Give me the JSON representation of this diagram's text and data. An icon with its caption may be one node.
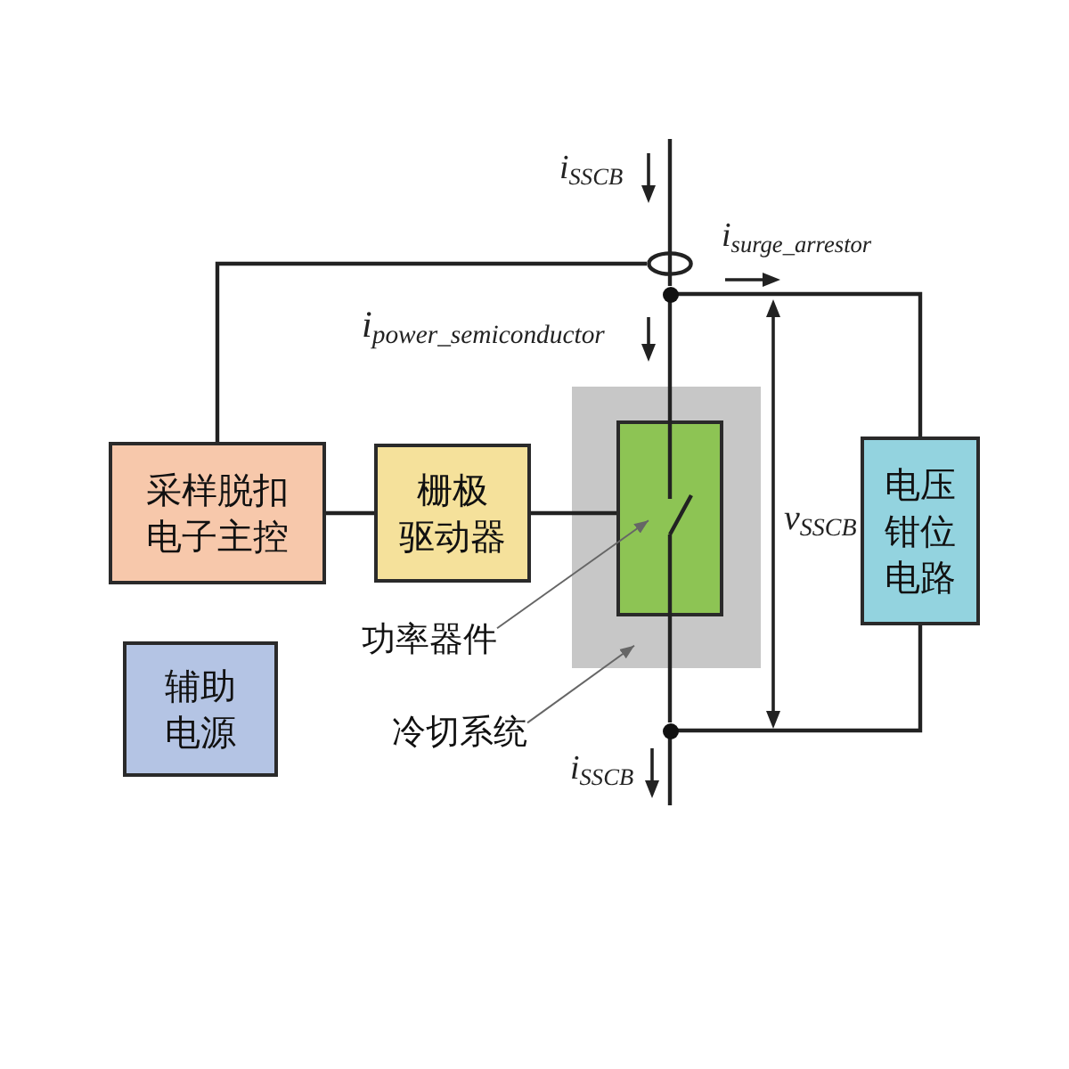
{
  "diagram": {
    "nodes": [
      {
        "text": [],
        "shape": "ellipse"
      },
      {
        "text": [],
        "shape": "circle"
      },
      {
        "text": [
          "采样脱扣电子主控"
        ]
      },
      {
        "text": [
          "栅极驱动器"
        ]
      },
      {
        "text": [],
        "shape": "box"
      },
      {
        "text": [],
        "shape": "box",
        "in": 4
      },
      {
        "text": [
          "电压钳位电路"
        ]
      },
      {
        "text": [
          "功率器件"
        ]
      },
      {
        "text": [
          "辅助电源"
        ]
      },
      {
        "text": [
          "冷切系统"
        ]
      },
      {
        "text": [],
        "shape": "circle"
      }
    ],
    "edges": [
      {
        "from": null,
        "to": 1,
        "arrow": "none"
      },
      {
        "from": 0,
        "to": 2,
        "arrow": "none"
      },
      {
        "from": 1,
        "to": 5,
        "arrow": "none"
      },
      {
        "from": 1,
        "to": 6,
        "arrow": "none"
      },
      {
        "from": 2,
        "to": 3,
        "arrow": "none"
      },
      {
        "from": 3,
        "to": 5,
        "arrow": "none"
      },
      {
        "from": 5,
        "to": 10,
        "arrow": "none"
      },
      {
        "from": 6,
        "to": 10,
        "arrow": "none"
      },
      {
        "from": 10,
        "to": null,
        "arrow": "none"
      },
      {
        "from": 7,
        "to": 5,
        "arrow": "to",
        "color": "#666666"
      },
      {
        "from": 9,
        "to": 4,
        "arrow": "to",
        "color": "#666666"
      }
    ],
    "labels": [
      "i$_{SSCB}$",
      "i$_{surge_arrestor}$",
      "i$_{power_semiconductor}$",
      "v$_{SSCB}$",
      "i$_{SSCB}$"
    ]
  }
}
